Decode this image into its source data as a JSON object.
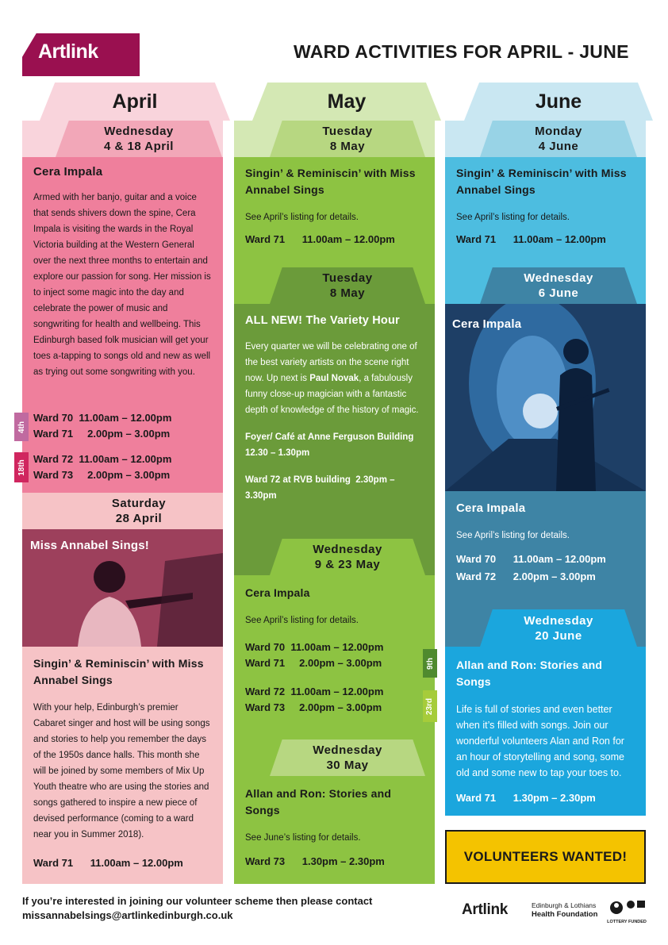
{
  "header": {
    "logo": "Artlink",
    "title": "WARD ACTIVITIES FOR APRIL - JUNE"
  },
  "april": {
    "month": "April",
    "s1": {
      "day": "Wednesday",
      "date": "4 & 18 April"
    },
    "cera": {
      "title": "Cera Impala",
      "body": "Armed with her banjo, guitar and a voice that sends shivers down the spine, Cera Impala is visiting the wards in the Royal Victoria building at the Western General over the next three months to entertain and explore our passion for song. Her mission is to inject some magic into the day and celebrate the power of music and songwriting for health and wellbeing. This Edinburgh based folk musician will get your toes a-tapping to songs old and new as well as trying out some songwriting with you.",
      "tag1": "4th",
      "tag2": "18th",
      "w1": "Ward 70  11.00am – 12.00pm",
      "w2": "Ward 71     2.00pm – 3.00pm",
      "w3": "Ward 72  11.00am – 12.00pm",
      "w4": "Ward 73     2.00pm – 3.00pm"
    },
    "s2": {
      "day": "Saturday",
      "date": "28 April"
    },
    "photo_caption": "Miss Annabel Sings!",
    "annabel": {
      "title": "Singin’ & Reminiscin’ with Miss Annabel Sings",
      "body": "With your help, Edinburgh’s premier Cabaret singer and host will be using songs and stories to help you remember the days of the 1950s dance halls. This month she will be joined by some  members of Mix Up Youth theatre who are using the stories and songs gathered to inspire a new piece of devised performance (coming to a ward near you in Summer 2018).",
      "w1": "Ward 71      11.00am – 12.00pm"
    }
  },
  "may": {
    "month": "May",
    "s1": {
      "day": "Tuesday",
      "date": "8 May"
    },
    "annabel": {
      "title": "Singin’ & Reminiscin’ with Miss Annabel Sings",
      "body": "See April’s listing for details.",
      "w1": "Ward 71      11.00am – 12.00pm"
    },
    "s2": {
      "day": "Tuesday",
      "date": "8 May"
    },
    "variety": {
      "title": "ALL NEW! The Variety Hour",
      "body_pre": "Every quarter we will be celebrating one of the best variety artists on the scene right now. Up next is ",
      "body_bold": "Paul Novak",
      "body_post": ", a fabulously funny close-up magician with a fantastic depth of knowledge of the history of magic.",
      "venue1": "Foyer/ Café at Anne Ferguson Building",
      "time1": "12.30 – 1.30pm",
      "venue2": "Ward 72 at RVB building  2.30pm –",
      "time2": "3.30pm"
    },
    "s3": {
      "day": "Wednesday",
      "date": "9 & 23 May"
    },
    "cera": {
      "title": "Cera Impala",
      "body": "See April’s listing for details.",
      "tag1": "9th",
      "tag2": "23rd",
      "w1": "Ward 70  11.00am – 12.00pm",
      "w2": "Ward 71     2.00pm – 3.00pm",
      "w3": "Ward 72  11.00am – 12.00pm",
      "w4": "Ward 73     2.00pm – 3.00pm"
    },
    "s4": {
      "day": "Wednesday",
      "date": "30 May"
    },
    "allan": {
      "title": "Allan and Ron: Stories and Songs",
      "body": "See June’s listing for details.",
      "w1": "Ward 73      1.30pm – 2.30pm"
    }
  },
  "june": {
    "month": "June",
    "s1": {
      "day": "Monday",
      "date": "4 June"
    },
    "annabel": {
      "title": "Singin’ & Reminiscin’ with Miss Annabel Sings",
      "body": "See April’s listing for details.",
      "w1": "Ward 71      11.00am – 12.00pm"
    },
    "s2": {
      "day": "Wednesday",
      "date": "6 June"
    },
    "photo_caption": "Cera Impala",
    "cera": {
      "title": "Cera Impala",
      "body": "See April’s listing for details.",
      "w1": "Ward 70      11.00am – 12.00pm",
      "w2": "Ward 72      2.00pm – 3.00pm"
    },
    "s3": {
      "day": "Wednesday",
      "date": "20 June"
    },
    "allan": {
      "title": "Allan and Ron: Stories and Songs",
      "body": "Life is full of stories and even better when it’s filled with songs. Join our wonderful volunteers Alan and Ron for an hour of storytelling and song, some old and some new to tap your toes to.",
      "w1": "Ward 71      1.30pm – 2.30pm"
    }
  },
  "volunteers": "VOLUNTEERS WANTED!",
  "footer": {
    "line1": "If you’re interested in joining our volunteer scheme then please contact",
    "email": "missannabelsings@artlinkedinburgh.co.uk",
    "logo1": "Artlink",
    "logo2a": "Edinburgh & Lothians",
    "logo2b": "Health Foundation",
    "logo3": "LOTTERY FUNDED"
  },
  "colors": {
    "april_light": "#f9d4dc",
    "april_mid": "#f2a7b8",
    "april_main": "#ef7f9c",
    "april_pale": "#f6c3c6",
    "april_tag1": "#c06aa0",
    "april_tag2": "#d0265f",
    "may_light": "#d4e8b4",
    "may_mid": "#b7d781",
    "may_main": "#8dc342",
    "may_dark": "#6b9b3a",
    "may_tag1": "#4f8a2e",
    "may_tag2": "#a6cc3a",
    "june_light": "#c9e7f2",
    "june_mid": "#98d3e6",
    "june_main": "#4dbde0",
    "june_dark": "#3e84a5",
    "june_bright": "#1ba6dd",
    "volunteer": "#f4c300"
  }
}
